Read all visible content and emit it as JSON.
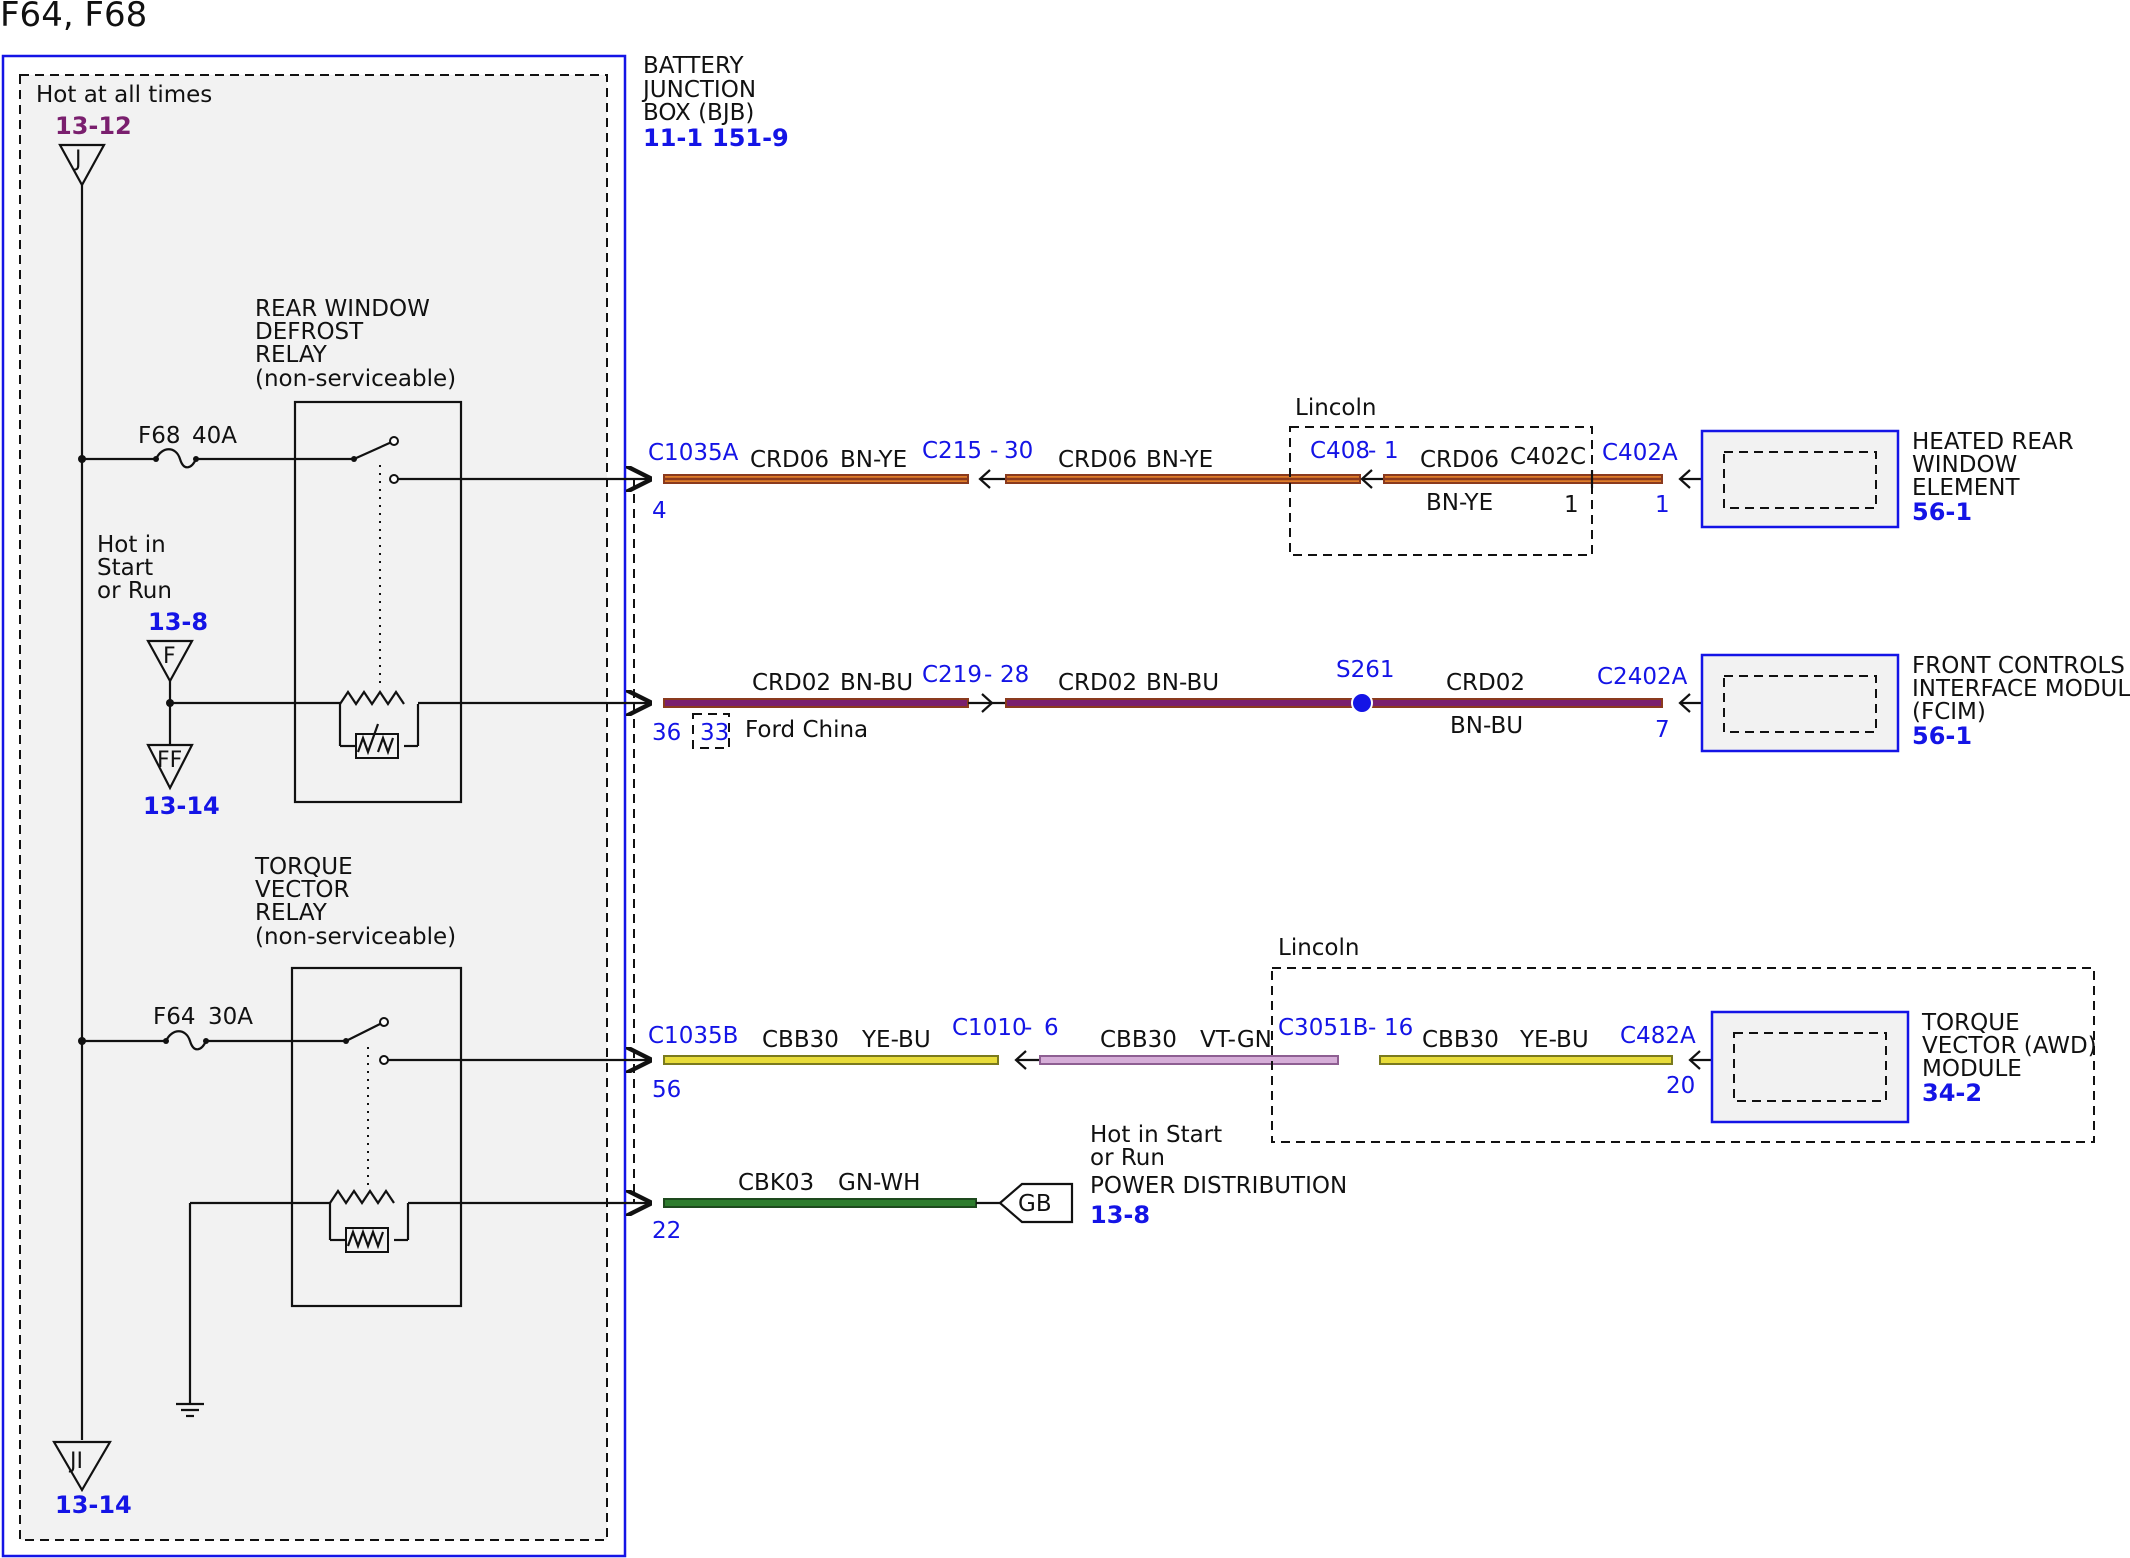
{
  "page": {
    "title": "F64, F68"
  },
  "bjb": {
    "line1": "BATTERY",
    "line2": "JUNCTION",
    "line3": "BOX (BJB)",
    "ref1": "11-1",
    "ref2": "151-9"
  },
  "hot_all_times": {
    "label": "Hot at all times",
    "ref_top": "13-12",
    "top_letter": "J",
    "bottom_letter": "JI",
    "ref_bottom": "13-14"
  },
  "hot_start_run": {
    "line1": "Hot in",
    "line2": "Start",
    "line3": "or Run",
    "ref_top": "13-8",
    "letter_f": "F",
    "letter_ff": "FF",
    "ref_bottom": "13-14"
  },
  "relay1": {
    "line1": "REAR WINDOW",
    "line2": "DEFROST",
    "line3": "RELAY",
    "line4": "(non-serviceable)",
    "fuse": "F68",
    "amps": "40A"
  },
  "relay2": {
    "line1": "TORQUE",
    "line2": "VECTOR",
    "line3": "RELAY",
    "line4": "(non-serviceable)",
    "fuse": "F64",
    "amps": "30A"
  },
  "circuit1": {
    "conn_start": "C1035A",
    "pin_start": "4",
    "seg1_circuit": "CRD06",
    "seg1_color": "BN-YE",
    "mid_conn": "C215",
    "mid_pin": "30",
    "seg2_circuit": "CRD06",
    "seg2_color": "BN-YE",
    "region": "Lincoln",
    "c408": "C408",
    "c408_pin": "1",
    "seg3_circuit": "CRD06",
    "seg3_conn": "C402C",
    "seg3_color": "BN-YE",
    "seg3_pin": "1",
    "end_conn": "C402A",
    "end_pin": "1",
    "device_line1": "HEATED REAR",
    "device_line2": "WINDOW",
    "device_line3": "ELEMENT",
    "device_ref": "56-1"
  },
  "circuit2": {
    "pin_start": "36",
    "alt_pin": "33",
    "alt_label": "Ford China",
    "seg1_circuit": "CRD02",
    "seg1_color": "BN-BU",
    "mid_conn": "C219",
    "mid_pin": "28",
    "seg2_circuit": "CRD02",
    "seg2_color": "BN-BU",
    "splice": "S261",
    "seg3_circuit": "CRD02",
    "seg3_color": "BN-BU",
    "end_conn": "C2402A",
    "end_pin": "7",
    "device_line1": "FRONT CONTROLS",
    "device_line2": "INTERFACE MODULE",
    "device_line3": "(FCIM)",
    "device_ref": "56-1"
  },
  "circuit3": {
    "conn_start": "C1035B",
    "pin_start": "56",
    "seg1_circuit": "CBB30",
    "seg1_color": "YE-BU",
    "mid_conn": "C1010",
    "mid_pin": "6",
    "seg2_circuit": "CBB30",
    "seg2_color": "VT-GN",
    "region": "Lincoln",
    "c3051": "C3051B",
    "c3051_pin": "16",
    "seg3_circuit": "CBB30",
    "seg3_color": "YE-BU",
    "end_conn": "C482A",
    "end_pin": "20",
    "device_line1": "TORQUE",
    "device_line2": "VECTOR (AWD)",
    "device_line3": "MODULE",
    "device_ref": "34-2"
  },
  "circuit4": {
    "pin_start": "22",
    "circuit": "CBK03",
    "color": "GN-WH",
    "ground": "GB",
    "note1": "Hot in Start",
    "note2": "or Run",
    "note3": "POWER DISTRIBUTION",
    "ref": "13-8"
  },
  "colors": {
    "blue": "#1414e6",
    "purple": "#7a1f6e",
    "brown": "#8a3a1e",
    "yellow": "#e6d21e",
    "orange": "#f08a1e",
    "violet": "#c89ccb",
    "green": "#2e7d2e"
  }
}
